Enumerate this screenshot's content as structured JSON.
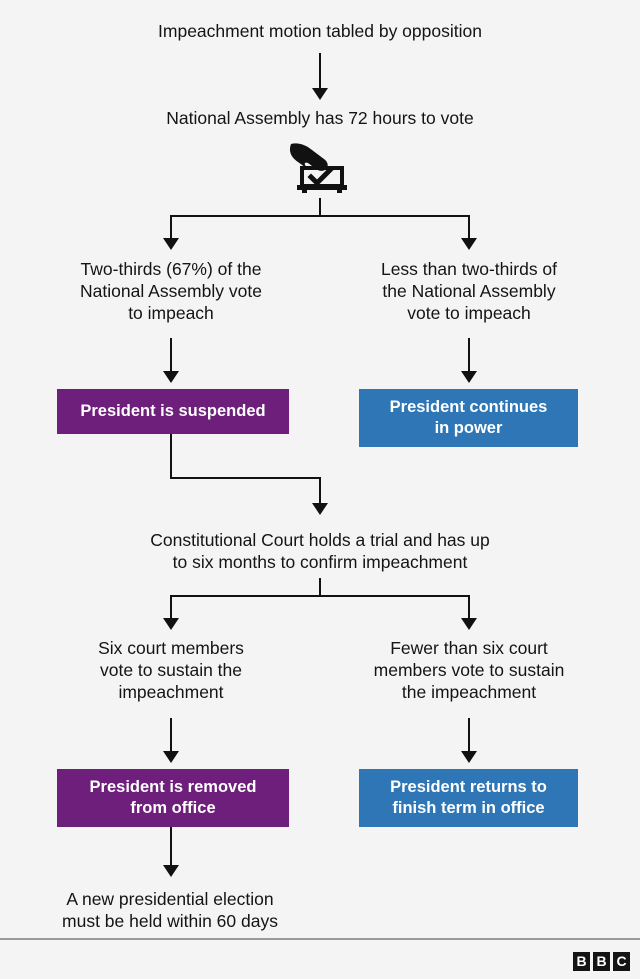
{
  "graphic": {
    "type": "flowchart",
    "subject": "Presidential impeachment process",
    "background_color": "#f4f4f4",
    "text_color": "#141414",
    "connector_color": "#111111"
  },
  "colors": {
    "purple": "#6E1F7C",
    "blue": "#2E76B6",
    "black": "#141414",
    "white": "#ffffff",
    "rule": "#9a9a9a"
  },
  "nodes": {
    "start": "Impeachment motion tabled by opposition",
    "vote_window": "National Assembly has 72 hours to vote",
    "branch1_left": "Two-thirds (67%) of the\nNational Assembly vote\nto impeach",
    "branch1_right": "Less than two-thirds of\nthe National Assembly\nvote to impeach",
    "outcome1_left": "President is suspended",
    "outcome1_right": "President continues\nin power",
    "court": "Constitutional Court holds a trial and has up\nto six months to confirm impeachment",
    "branch2_left": "Six court members\nvote to sustain the\nimpeachment",
    "branch2_right": "Fewer than six court\nmembers vote to sustain\nthe impeachment",
    "outcome2_left": "President is removed\nfrom office",
    "outcome2_right": "President returns to\nfinish term in office",
    "final": "A new presidential election\nmust be held within 60 days"
  },
  "icons": {
    "ballot": "ballot-box-hand-icon"
  },
  "footer": {
    "logo_letters": [
      "B",
      "B",
      "C"
    ]
  }
}
